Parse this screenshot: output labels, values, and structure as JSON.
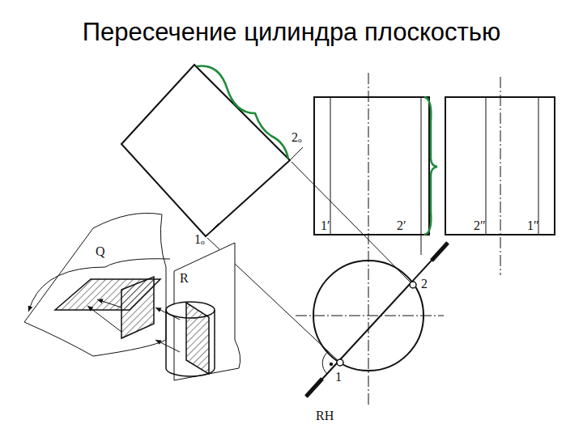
{
  "diagram": {
    "title": "Пересечение цилиндра плоскостью",
    "labels": [
      "2ₒ",
      "1ₒ",
      "1′",
      "2′",
      "2″",
      "1″",
      "1",
      "2",
      "RН",
      "Q",
      "R"
    ]
  }
}
